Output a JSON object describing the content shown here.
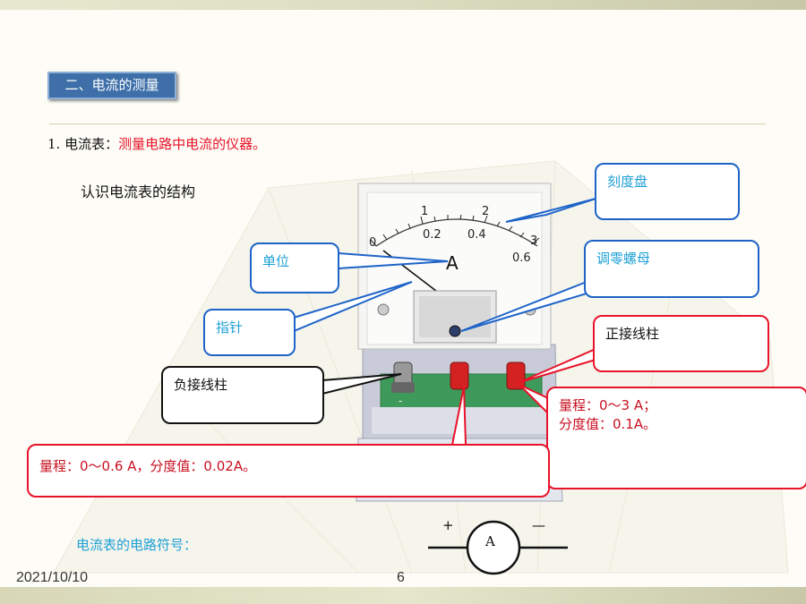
{
  "section_title": "二、电流的测量",
  "line1": {
    "prefix": "1. 电流表：",
    "highlight": "测量电路中电流的仪器。"
  },
  "subtitle": "认识电流表的结构",
  "meter": {
    "unit_letter": "A",
    "scale_top": [
      "0",
      "1",
      "2",
      "3"
    ],
    "scale_bottom": [
      "0.2",
      "0.4",
      "0.6"
    ],
    "terminal_minus": "-"
  },
  "callouts": {
    "dial": "刻度盘",
    "unit": "单位",
    "zero_adjust": "调零螺母",
    "pointer": "指针",
    "positive_terminal": "正接线柱",
    "negative_terminal": "负接线柱",
    "range_3a": [
      "量程：0～3 A；",
      "分度值：0.1A。"
    ],
    "range_06a": "量程：0～0.6 A，分度值：0.02A。"
  },
  "symbol": {
    "label": "电流表的电路符号：",
    "letter": "A",
    "plus": "+",
    "minus": "—"
  },
  "footer": {
    "date": "2021/10/10",
    "page": "6"
  }
}
